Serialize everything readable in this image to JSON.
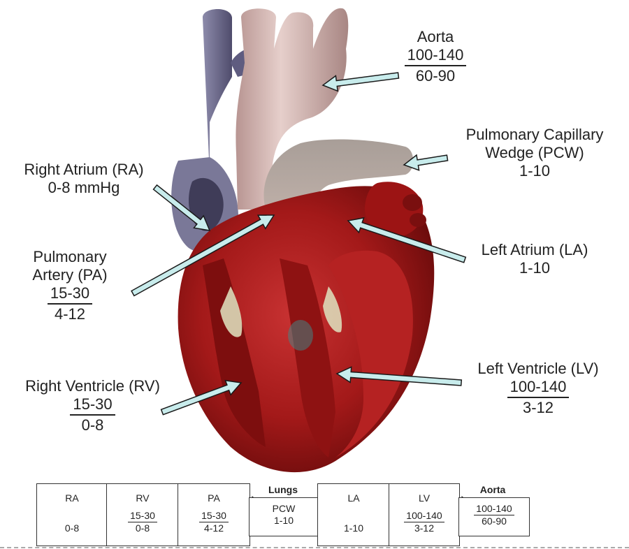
{
  "labels": {
    "aorta": {
      "name": "Aorta",
      "num": "100-140",
      "den": "60-90"
    },
    "pcw": {
      "line1": "Pulmonary Capillary",
      "line2": "Wedge (PCW)",
      "range": "1-10"
    },
    "ra": {
      "name": "Right Atrium (RA)",
      "range": "0-8 mmHg"
    },
    "pa": {
      "line1": "Pulmonary",
      "line2": "Artery (PA)",
      "num": "15-30",
      "den": "4-12"
    },
    "la": {
      "name": "Left Atrium (LA)",
      "range": "1-10"
    },
    "lv": {
      "name": "Left Ventricle (LV)",
      "num": "100-140",
      "den": "3-12"
    },
    "rv": {
      "name": "Right Ventricle (RV)",
      "num": "15-30",
      "den": "0-8"
    }
  },
  "flow": {
    "headers": {
      "lungs": "Lungs",
      "aorta": "Aorta"
    },
    "boxes": [
      {
        "name": "RA",
        "value": "0-8"
      },
      {
        "name": "RV",
        "num": "15-30",
        "den": "0-8"
      },
      {
        "name": "PA",
        "num": "15-30",
        "den": "4-12"
      },
      {
        "name": "PCW",
        "value": "1-10"
      },
      {
        "name": "LA",
        "value": "1-10"
      },
      {
        "name": "LV",
        "num": "100-140",
        "den": "3-12"
      },
      {
        "num": "100-140",
        "den": "60-90"
      }
    ],
    "arrow_colors": {
      "venous": "#4a3fb8",
      "arterial": "#d42a1c"
    }
  },
  "colors": {
    "pointer_fill": "#c8ecec",
    "vein": "#6c6a8c",
    "aorta": "#c9a9a6",
    "myocardium": "#a81a1a"
  }
}
